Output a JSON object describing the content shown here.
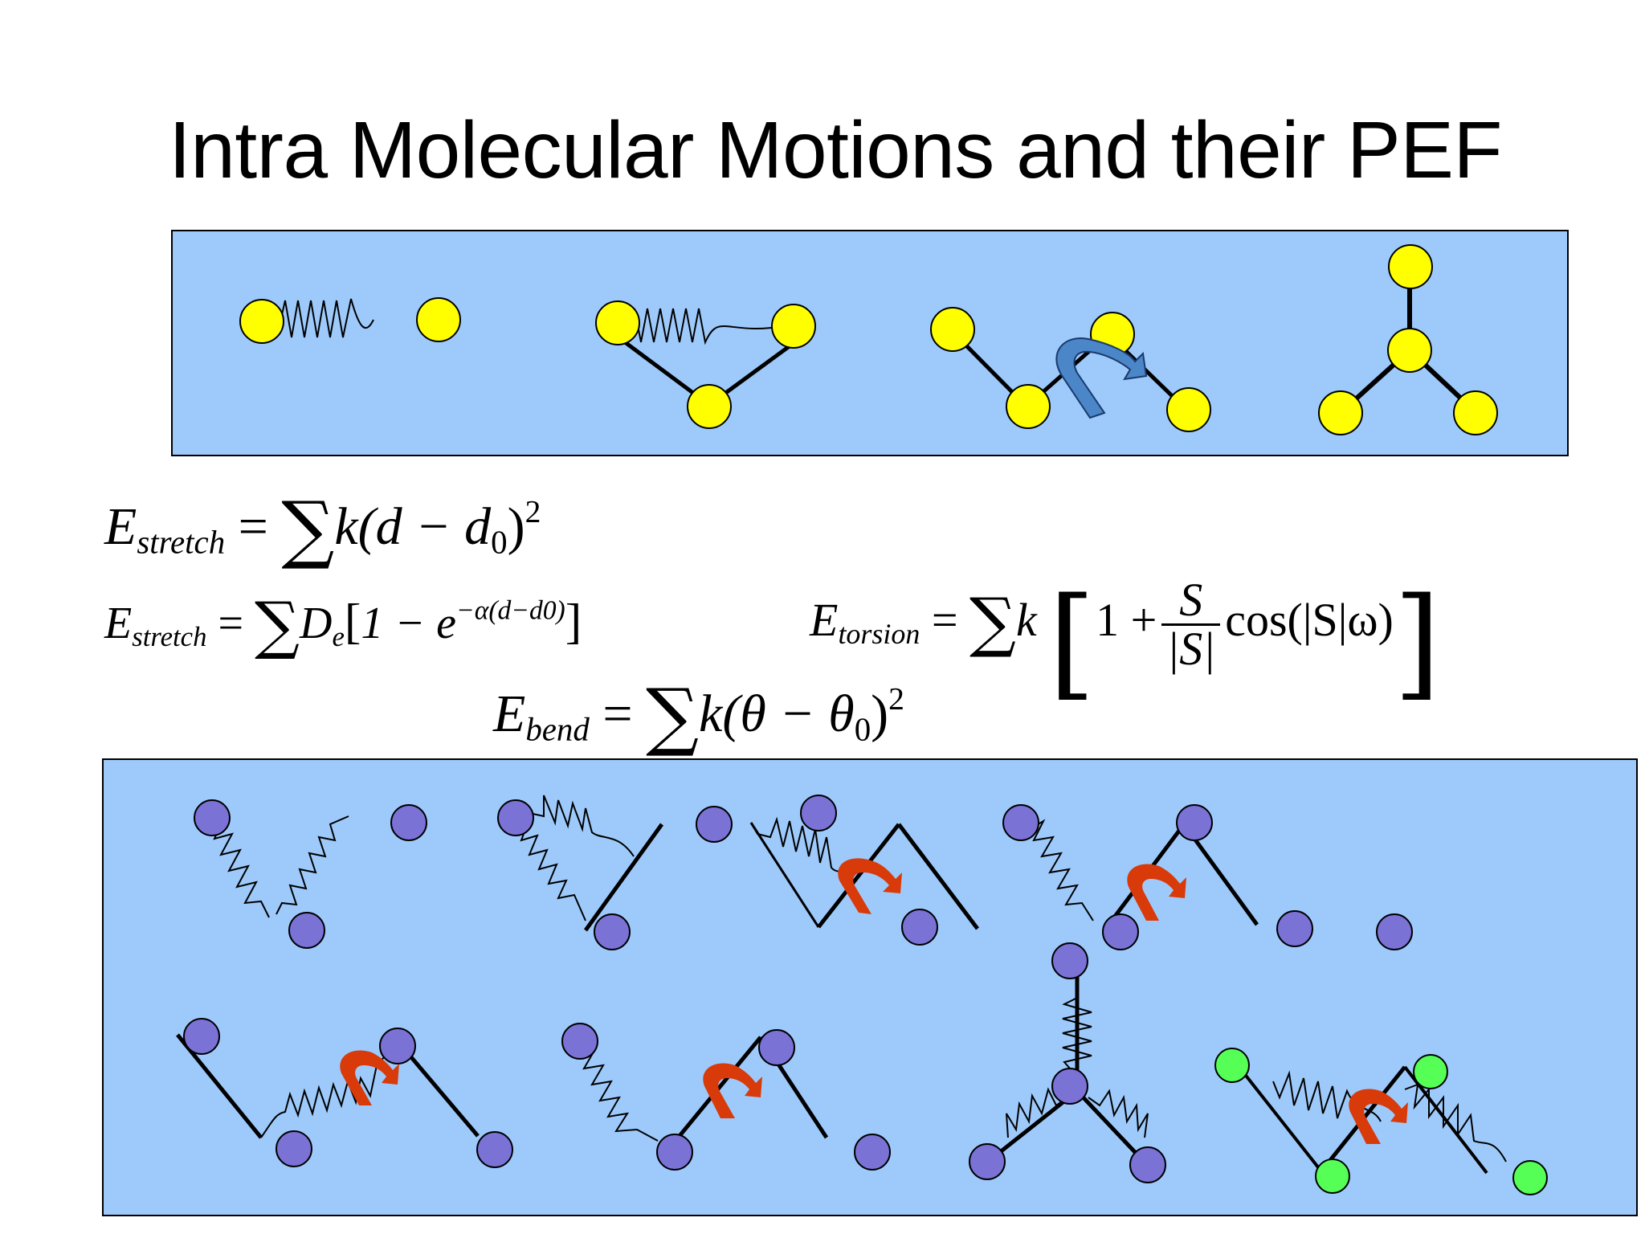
{
  "title": "Intra Molecular Motions and their PEF",
  "equations": {
    "stretch_harmonic": {
      "lhs": "E",
      "lhs_sub": "stretch",
      "eq": "=",
      "sum": "∑",
      "body": "k(d − d",
      "body_sub": "0",
      "close": ")",
      "power": "2"
    },
    "stretch_morse": {
      "lhs": "E",
      "lhs_sub": "stretch",
      "eq": "=",
      "sum": "∑",
      "coef": "D",
      "coef_sub": "e",
      "open": "[",
      "body": "1 − e",
      "exponent": "−α(d−d0)",
      "close": "]"
    },
    "bend": {
      "lhs": "E",
      "lhs_sub": "bend",
      "eq": "=",
      "sum": "∑",
      "body": "k(θ − θ",
      "body_sub": "0",
      "close": ")",
      "power": "2"
    },
    "torsion": {
      "lhs": "E",
      "lhs_sub": "torsion",
      "eq": "=",
      "sum": "∑",
      "coef": "k",
      "open": "[",
      "one_plus": "1 +",
      "frac_num": "S",
      "frac_den": "|S|",
      "cos": "cos(|S|ω)",
      "close": "]"
    }
  },
  "colors": {
    "panel_fill": "#9ecafb",
    "atom_yellow": "#ffff00",
    "atom_purple": "#7b72d6",
    "atom_green": "#55ff55",
    "torsion_arrow_blue": "#4a86c8",
    "torsion_arrow_red": "#d83a0a"
  },
  "diagrams": {
    "top_panel": [
      "bond-stretch",
      "angle-bend",
      "torsion",
      "out-of-plane"
    ],
    "bottom_panel": [
      "stretch-stretch",
      "stretch-bend",
      "stretch-torsion",
      "bend-torsion",
      "stretch-torsion",
      "bend-torsion",
      "bend-bend",
      "stretch-bend-torsion"
    ]
  }
}
